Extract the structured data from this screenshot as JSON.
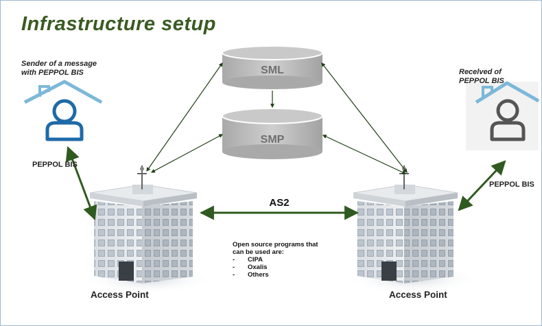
{
  "title": "Infrastructure setup",
  "sender": {
    "caption_line1": "Sender of a message",
    "caption_line2": "with PEPPOL BIS",
    "icon": "house-user-icon",
    "icon_color": "#1e6aa8"
  },
  "receiver": {
    "caption_line1": "Recelved of",
    "caption_line2": "PEPPOL BIS",
    "icon": "house-user-icon",
    "icon_color": "#555555"
  },
  "sml_label": "SML",
  "smp_label": "SMP",
  "peppol_left": "PEPPOL BIS",
  "peppol_right": "PEPPOL BIS",
  "as2_label": "AS2",
  "oss_text_line1": "Open source programs that",
  "oss_text_line2": "can be used are:",
  "programs": [
    {
      "dash": "-",
      "name": "CIPA"
    },
    {
      "dash": "-",
      "name": "Oxalis"
    },
    {
      "dash": "-",
      "name": "Others"
    }
  ],
  "access_point_left": "Access Point",
  "access_point_right": "Access Point",
  "colors": {
    "title": "#3a5a22",
    "arrow": "#2f5a20",
    "cylinder": "#c4c4c4",
    "roof_line": "#7cb8d8"
  }
}
